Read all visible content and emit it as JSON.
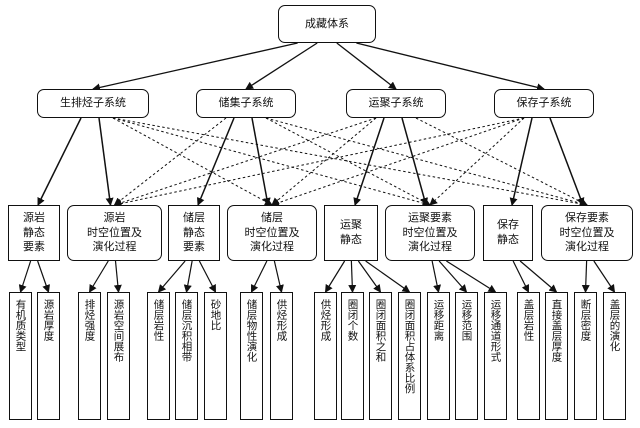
{
  "root": {
    "label": "成藏体系"
  },
  "subsystems": [
    {
      "label": "生排烃子系统"
    },
    {
      "label": "储集子系统"
    },
    {
      "label": "运聚子系统"
    },
    {
      "label": "保存子系统"
    }
  ],
  "groups": [
    {
      "static": "源岩\n静态\n要素",
      "dynamic": "源岩\n时空位置及\n演化过程"
    },
    {
      "static": "储层\n静态\n要素",
      "dynamic": "储层\n时空位置及\n演化过程"
    },
    {
      "static": "运聚\n静态",
      "dynamic": "运聚要素\n时空位置及\n演化过程"
    },
    {
      "static": "保存\n静态",
      "dynamic": "保存要素\n时空位置及\n演化过程"
    }
  ],
  "leaves": [
    [
      "有机质类型",
      "源岩厚度"
    ],
    [
      "排烃强度",
      "源岩空间展布"
    ],
    [
      "储层岩性",
      "储层沉积相带",
      "砂地比"
    ],
    [
      "储层物性演化",
      "供烃形成"
    ],
    [
      "供烃形成",
      "圈闭个数",
      "圈闭面积之和",
      "圈闭面积占体系比例"
    ],
    [
      "运移距离",
      "运移范围",
      "运移通道形式"
    ],
    [
      "盖层岩性",
      "直接盖层厚度"
    ],
    [
      "断层密度",
      "盖层的演化"
    ]
  ]
}
